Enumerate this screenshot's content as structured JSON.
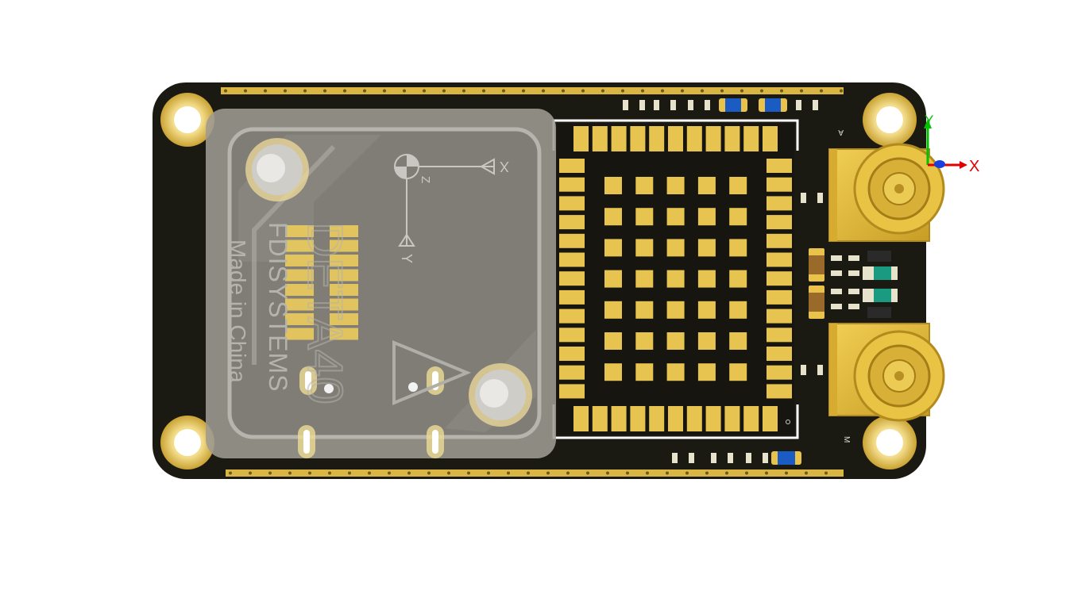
{
  "board": {
    "brand_text": "FDISYSTEMS",
    "made_text": "Made in China",
    "model_text": "DETA40"
  },
  "imu_axes": {
    "z_label": "Z",
    "x_label": "X",
    "y_label": "Y"
  },
  "view_axes": {
    "x_label": "X",
    "y_label": "Y"
  },
  "antenna_labels": {
    "top": "A",
    "bottom": "M"
  },
  "colors": {
    "pcb": "#1b1a12",
    "gold": "#e8c24a",
    "pad": "#e7c44f",
    "blue_component": "#1a5bc4",
    "enclosure": "#b8b6b0",
    "axis_x": "#e00000",
    "axis_y": "#00c000",
    "axis_z": "#1a3fe0"
  }
}
